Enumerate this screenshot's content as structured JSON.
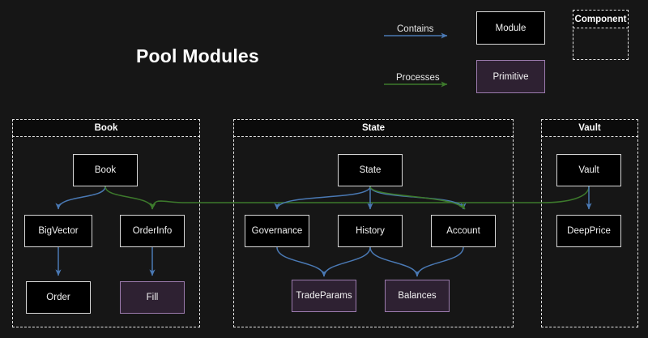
{
  "page": {
    "title": "Pool Modules",
    "background_color": "#161616"
  },
  "colors": {
    "module_fill": "#000000",
    "module_border": "#d8d8d8",
    "primitive_fill": "#2e2132",
    "primitive_border": "#9b7aad",
    "contains_arrow": "#4a79b4",
    "processes_arrow": "#3d7a2c",
    "group_border": "#e3e3e3",
    "text": "#f2f2f2"
  },
  "legend": {
    "contains_label": "Contains",
    "processes_label": "Processes",
    "module_label": "Module",
    "primitive_label": "Primitive",
    "component_label": "Component"
  },
  "groups": [
    {
      "id": "book",
      "label": "Book"
    },
    {
      "id": "state",
      "label": "State"
    },
    {
      "id": "vault",
      "label": "Vault"
    }
  ],
  "nodes": {
    "book": {
      "label": "Book",
      "type": "module",
      "group": "book"
    },
    "bigvector": {
      "label": "BigVector",
      "type": "module",
      "group": "book"
    },
    "orderinfo": {
      "label": "OrderInfo",
      "type": "module",
      "group": "book"
    },
    "order": {
      "label": "Order",
      "type": "module",
      "group": "book"
    },
    "fill": {
      "label": "Fill",
      "type": "primitive",
      "group": "book"
    },
    "state": {
      "label": "State",
      "type": "module",
      "group": "state"
    },
    "governance": {
      "label": "Governance",
      "type": "module",
      "group": "state"
    },
    "history": {
      "label": "History",
      "type": "module",
      "group": "state"
    },
    "account": {
      "label": "Account",
      "type": "module",
      "group": "state"
    },
    "tradeparams": {
      "label": "TradeParams",
      "type": "primitive",
      "group": "state"
    },
    "balances": {
      "label": "Balances",
      "type": "primitive",
      "group": "state"
    },
    "vault": {
      "label": "Vault",
      "type": "module",
      "group": "vault"
    },
    "deepprice": {
      "label": "DeepPrice",
      "type": "module",
      "group": "vault"
    }
  },
  "edges": [
    {
      "from": "book",
      "to": "bigvector",
      "kind": "contains"
    },
    {
      "from": "book",
      "to": "orderinfo",
      "kind": "processes"
    },
    {
      "from": "bigvector",
      "to": "order",
      "kind": "contains"
    },
    {
      "from": "orderinfo",
      "to": "fill",
      "kind": "contains"
    },
    {
      "from": "state",
      "to": "governance",
      "kind": "contains"
    },
    {
      "from": "state",
      "to": "history",
      "kind": "contains"
    },
    {
      "from": "state",
      "to": "account",
      "kind": "contains"
    },
    {
      "from": "state",
      "to": "account",
      "kind": "processes"
    },
    {
      "from": "governance",
      "to": "tradeparams",
      "kind": "contains"
    },
    {
      "from": "history",
      "to": "tradeparams",
      "kind": "contains"
    },
    {
      "from": "history",
      "to": "balances",
      "kind": "contains"
    },
    {
      "from": "account",
      "to": "balances",
      "kind": "contains"
    },
    {
      "from": "vault",
      "to": "deepprice",
      "kind": "contains"
    },
    {
      "from": "vault",
      "to": "orderinfo",
      "kind": "processes"
    }
  ]
}
